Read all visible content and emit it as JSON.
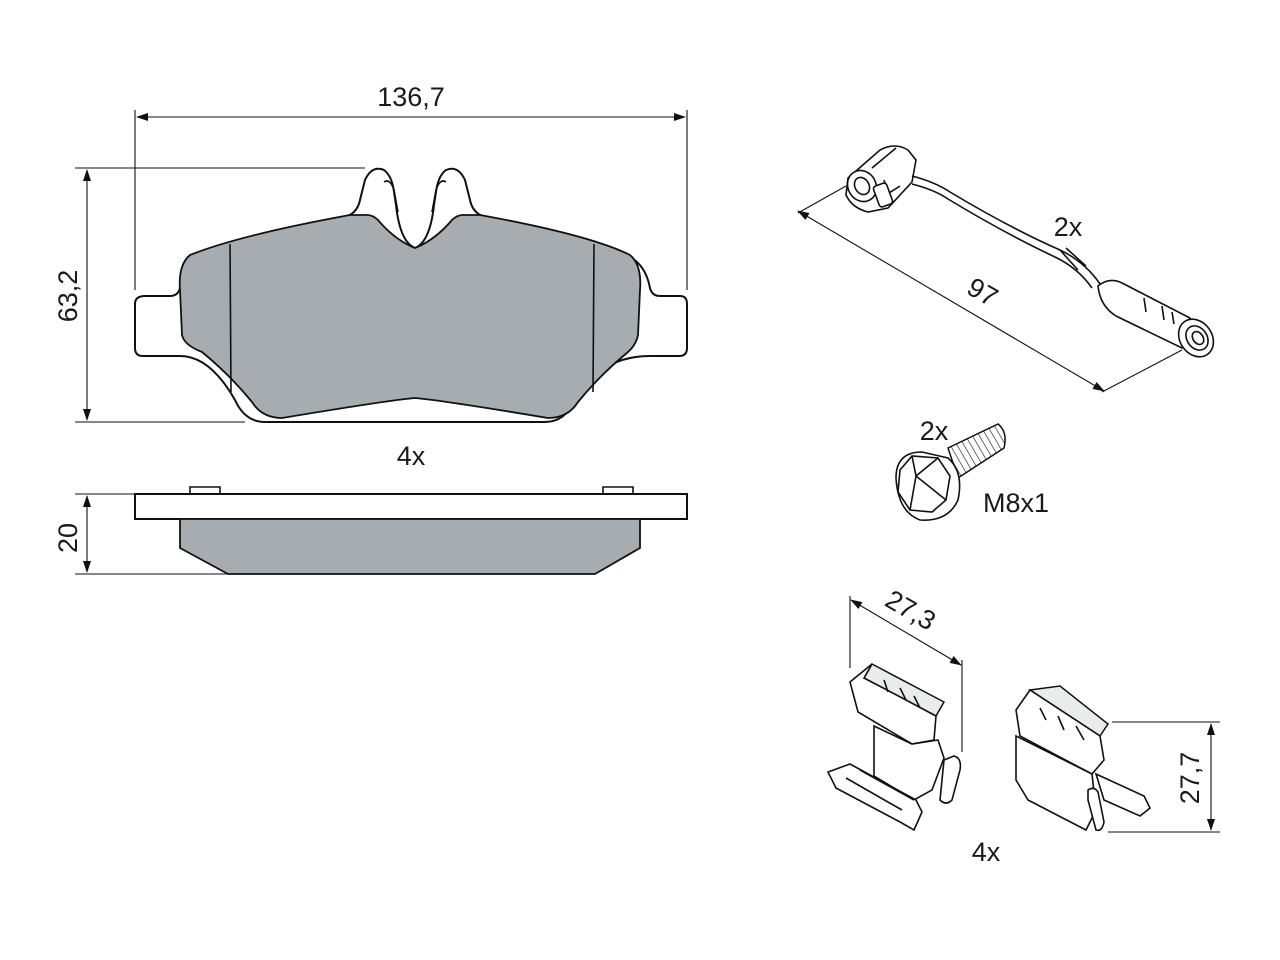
{
  "brake_pad": {
    "width_label": "136,7",
    "height_label": "63,2",
    "quantity_label": "4x",
    "thickness_label": "20"
  },
  "wear_sensor": {
    "quantity_label": "2x",
    "length_label": "97"
  },
  "bolt": {
    "quantity_label": "2x",
    "thread_label": "M8x1"
  },
  "clips": {
    "width_label": "27,3",
    "height_label": "27,7",
    "quantity_label": "4x"
  },
  "colors": {
    "pad_fill": "#a7acb0",
    "line": "#111111",
    "background": "#ffffff"
  }
}
